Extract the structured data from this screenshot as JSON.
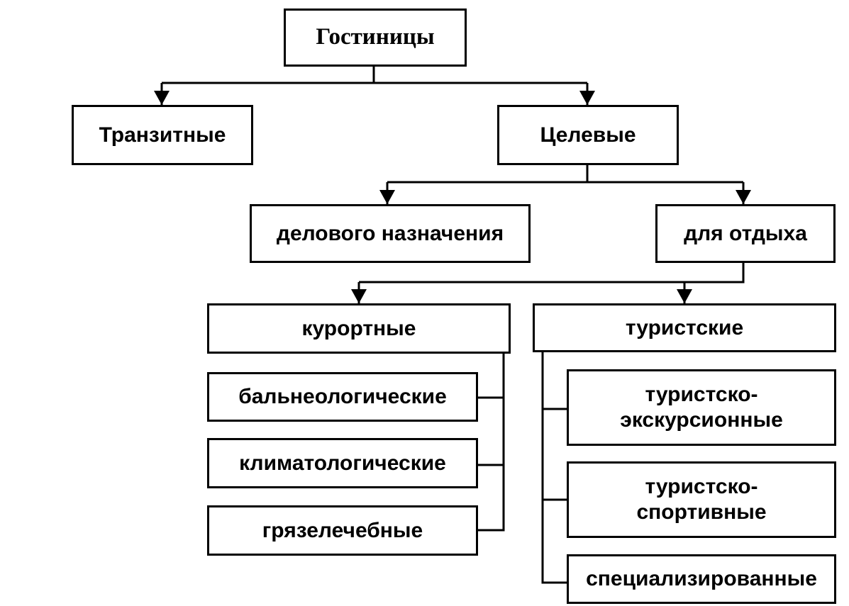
{
  "diagram": {
    "root": "Гостиницы",
    "transit": "Транзитные",
    "target": "Целевые",
    "business": "делового назначения",
    "rest": "для отдыха",
    "resort": "курортные",
    "tourist": "туристские",
    "resort_items": [
      "бальнеологические",
      "климатологические",
      "грязелечебные"
    ],
    "tourist_items": [
      "туристско-\nэкскурсионные",
      "туристско-\nспортивные",
      "специализированные"
    ]
  }
}
